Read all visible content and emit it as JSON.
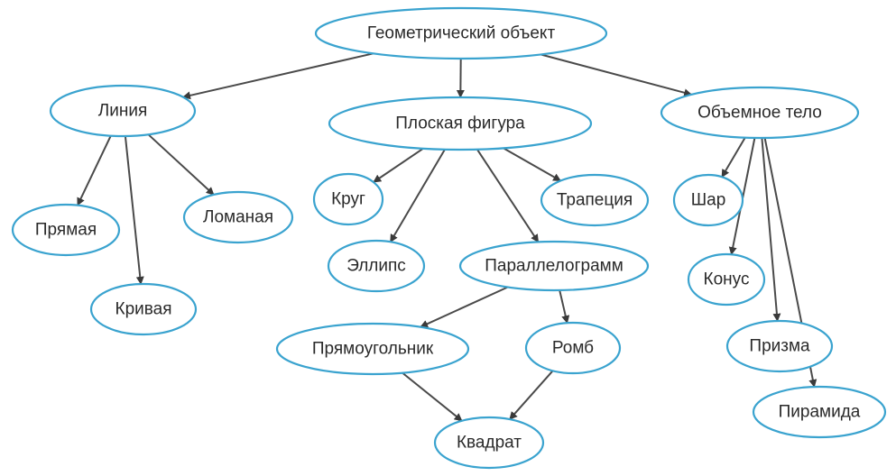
{
  "diagram": {
    "nodes": {
      "root": "Геометрический объект",
      "line": "Линия",
      "flat": "Плоская фигура",
      "solid": "Объемное тело",
      "straight": "Прямая",
      "curve": "Кривая",
      "polyline": "Ломаная",
      "circle": "Круг",
      "ellipse": "Эллипс",
      "trapezoid": "Трапеция",
      "parallelogram": "Параллелограмм",
      "rectangle": "Прямоугольник",
      "rhombus": "Ромб",
      "square": "Квадрат",
      "sphere": "Шар",
      "cone": "Конус",
      "prism": "Призма",
      "pyramid": "Пирамида"
    },
    "edges": [
      [
        "root",
        "line"
      ],
      [
        "root",
        "flat"
      ],
      [
        "root",
        "solid"
      ],
      [
        "line",
        "straight"
      ],
      [
        "line",
        "curve"
      ],
      [
        "line",
        "polyline"
      ],
      [
        "flat",
        "circle"
      ],
      [
        "flat",
        "ellipse"
      ],
      [
        "flat",
        "parallelogram"
      ],
      [
        "flat",
        "trapezoid"
      ],
      [
        "parallelogram",
        "rectangle"
      ],
      [
        "parallelogram",
        "rhombus"
      ],
      [
        "rectangle",
        "square"
      ],
      [
        "rhombus",
        "square"
      ],
      [
        "solid",
        "sphere"
      ],
      [
        "solid",
        "cone"
      ],
      [
        "solid",
        "prism"
      ],
      [
        "solid",
        "pyramid"
      ]
    ]
  }
}
